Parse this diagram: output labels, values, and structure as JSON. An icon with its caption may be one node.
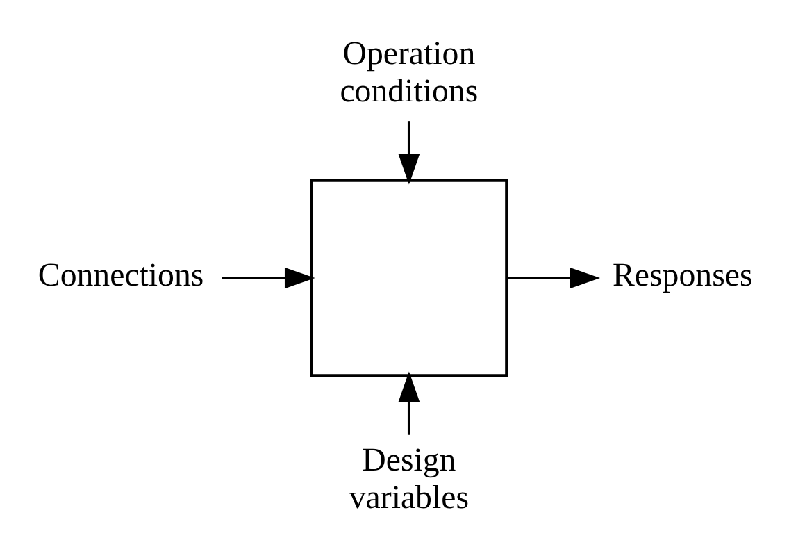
{
  "diagram": {
    "nodes": [
      {
        "text": [
          "Operation conditions"
        ]
      },
      {
        "text": [
          "Connections"
        ]
      },
      {
        "text": [],
        "shape": "box"
      },
      {
        "text": [
          "Responses"
        ]
      },
      {
        "text": [
          "Design variables"
        ]
      }
    ],
    "edges": [
      {
        "from": 0,
        "to": 2,
        "arrow": "to"
      },
      {
        "from": 1,
        "to": 2,
        "arrow": "to"
      },
      {
        "from": 2,
        "to": 3,
        "arrow": "to"
      },
      {
        "from": 4,
        "to": 2,
        "arrow": "to"
      }
    ]
  }
}
